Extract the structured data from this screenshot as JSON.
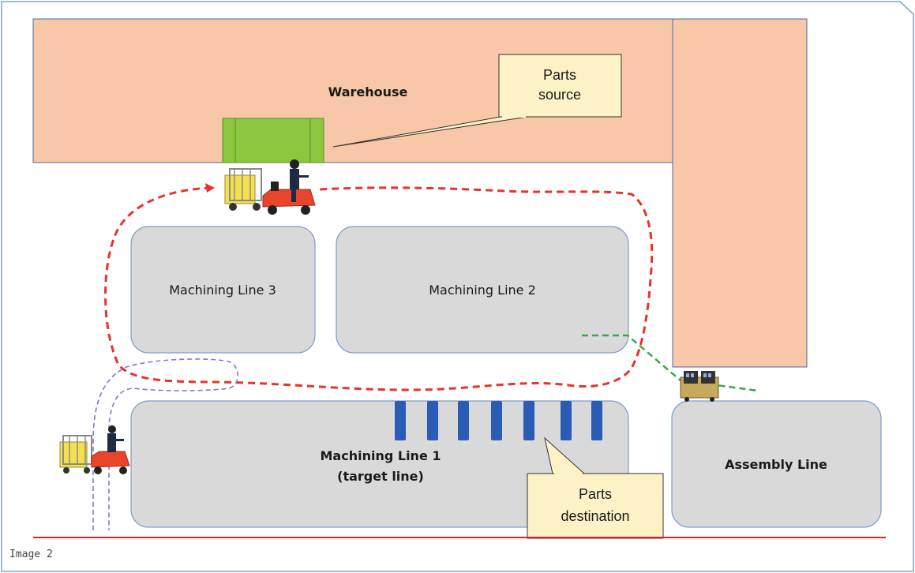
{
  "labels": {
    "warehouse": "Warehouse",
    "machining_line_3": "Machining Line 3",
    "machining_line_2": "Machining Line 2",
    "machining_line_1_line1": "Machining Line 1",
    "machining_line_1_line2": "(target line)",
    "assembly_line": "Assembly Line"
  },
  "callouts": {
    "parts_source": {
      "line1": "Parts",
      "line2": "source"
    },
    "parts_destination": {
      "line1": "Parts",
      "line2": "destination"
    }
  },
  "caption": "Image 2",
  "colors": {
    "warehouse_fill": "#f8c7a8",
    "line_fill": "#d9d9d9",
    "line_stroke": "#7f9dcc",
    "source_bin": "#8cc63f",
    "station_blue": "#2a5bb5",
    "route_red": "#e8332a",
    "route_blue": "#7a7ad8",
    "route_green": "#3aa64a",
    "callout_fill": "#fdf2c6",
    "floor_red": "#d9242a",
    "frame_stroke": "#7fa3c7"
  },
  "icons": {
    "tugger": "tugger-train-icon",
    "agv": "agv-cart-icon",
    "operator": "operator-icon"
  }
}
